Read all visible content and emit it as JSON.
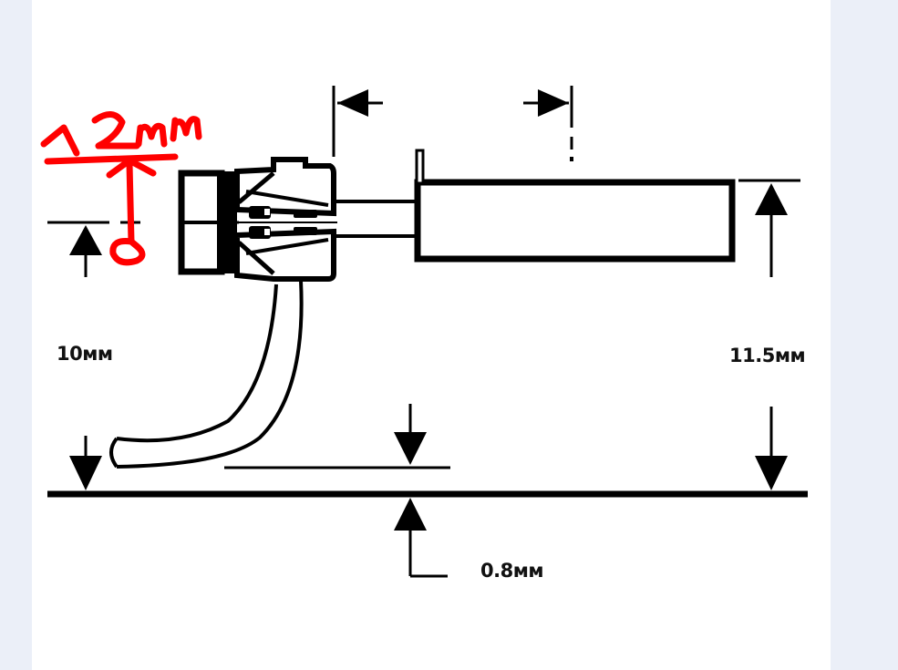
{
  "diagram": {
    "subject": "coupler side view with dimension callouts",
    "colors": {
      "background": "#ebeff8",
      "panel": "#ffffff",
      "ink": "#000000",
      "annotation": "#ff0000"
    },
    "dimensions": {
      "left_height": "10мм",
      "right_height": "11.5мм",
      "bottom_clearance": "0.8мм"
    },
    "handwritten_annotation": {
      "text": "12мм",
      "note": "red hand-drawn marking with arrow pointing upward"
    },
    "icons": {
      "arrow_head": "triangle-arrow-icon"
    }
  }
}
